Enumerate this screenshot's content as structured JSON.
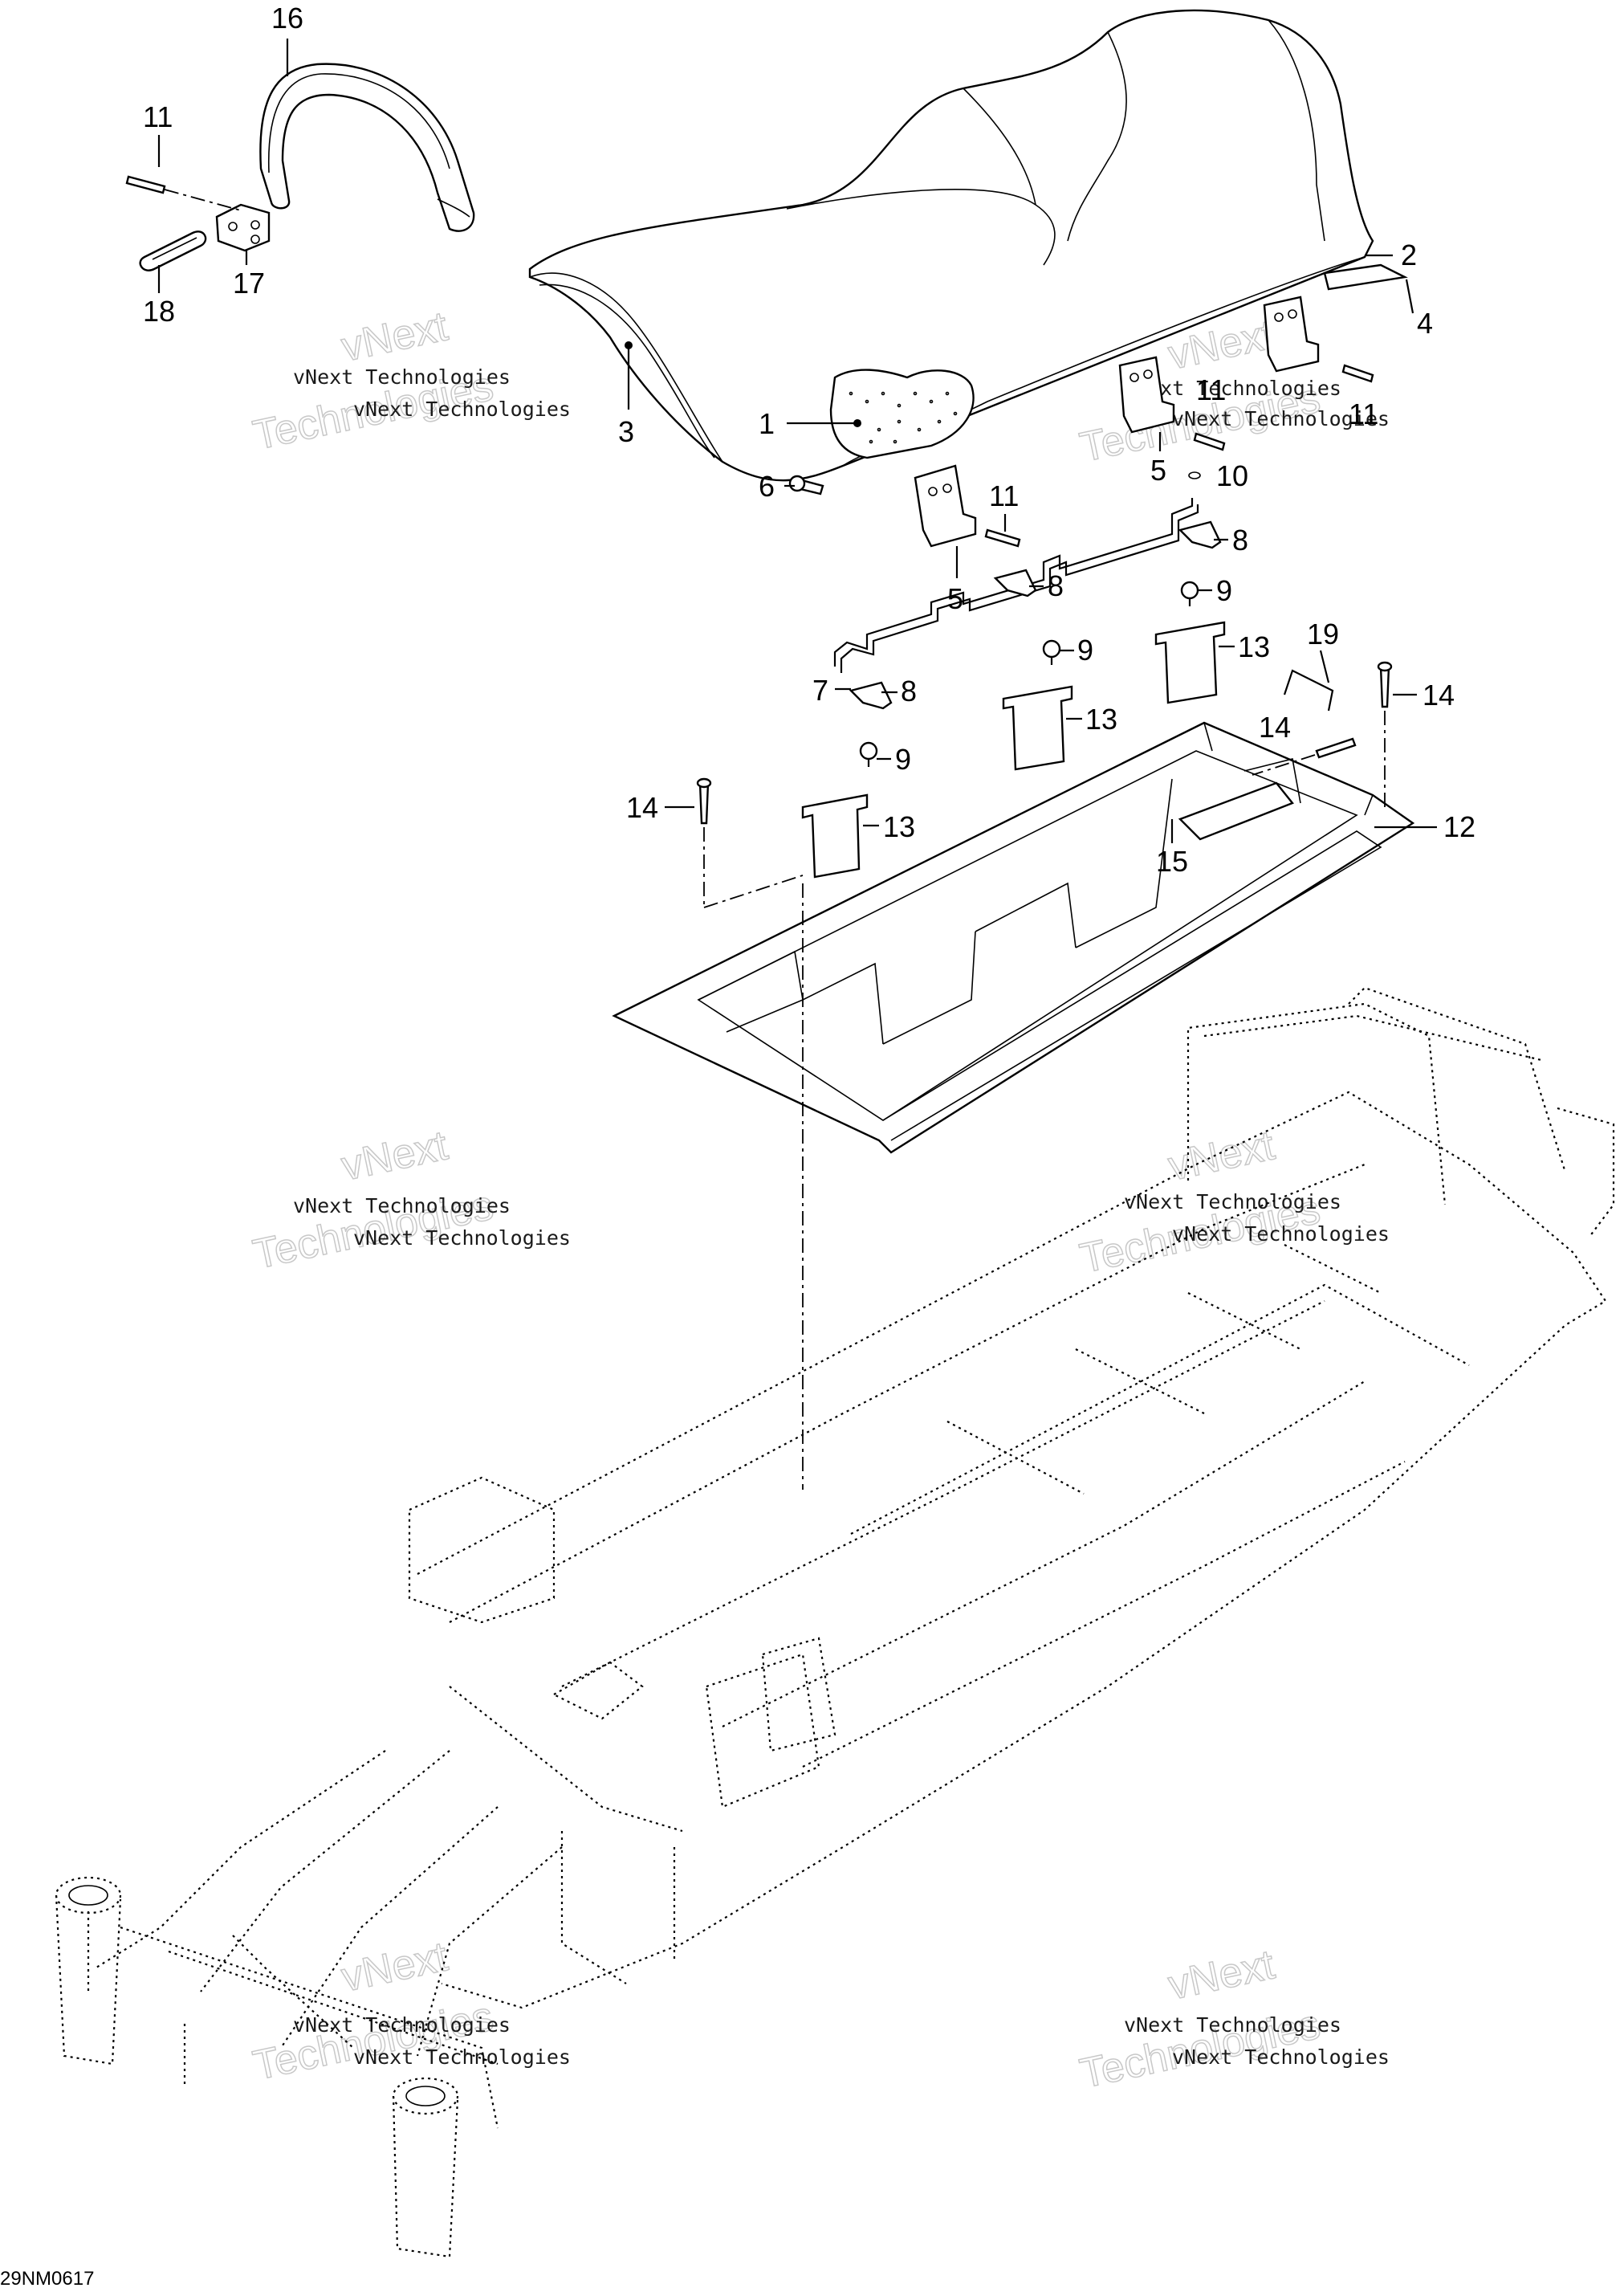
{
  "callouts": [
    "1",
    "2",
    "3",
    "4",
    "5",
    "5",
    "6",
    "7",
    "8",
    "8",
    "8",
    "9",
    "9",
    "9",
    "10",
    "11",
    "11",
    "11",
    "11",
    "12",
    "13",
    "13",
    "13",
    "14",
    "14",
    "14",
    "15",
    "16",
    "17",
    "18",
    "19"
  ],
  "watermark": {
    "company": "vNext Technologies",
    "tag1": "vNext",
    "tag2": "Technologies"
  },
  "diagram_code": "29NM0617"
}
